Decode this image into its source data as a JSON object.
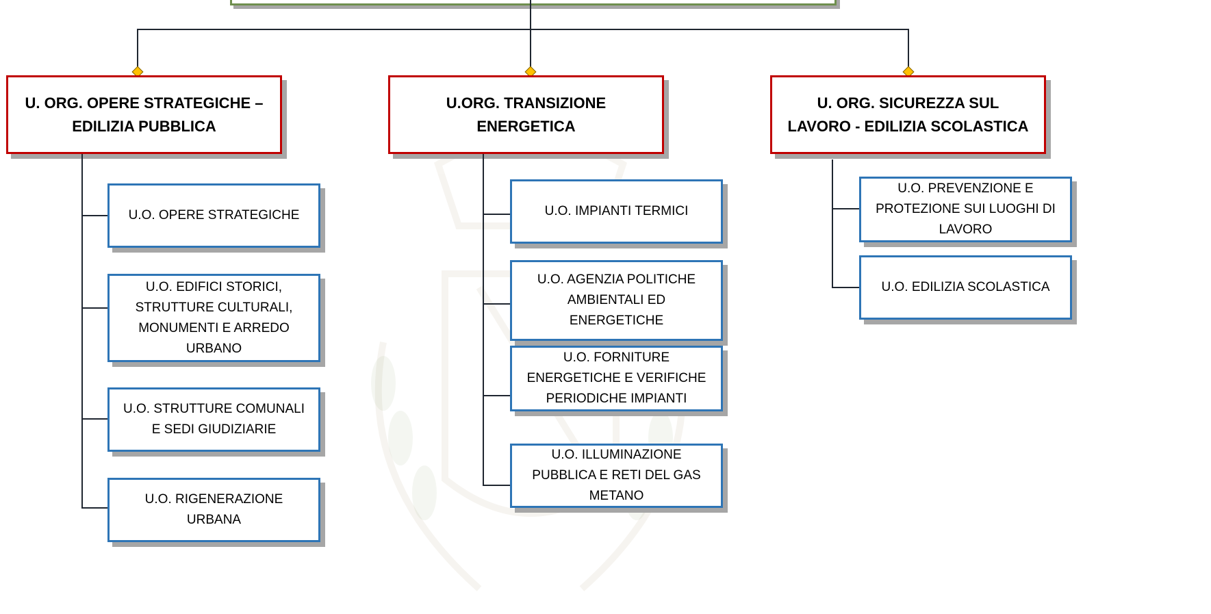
{
  "colors": {
    "org_border": "#c00000",
    "uo_border": "#2e75b6",
    "connector": "#1f2630",
    "diamond": "#ffc000",
    "top_border": "#6f8f4e"
  },
  "org_units": [
    {
      "title": "U. ORG. OPERE STRATEGICHE – EDILIZIA PUBBLICA",
      "units": [
        "U.O. OPERE STRATEGICHE",
        "U.O. EDIFICI STORICI, STRUTTURE CULTURALI, MONUMENTI E ARREDO URBANO",
        "U.O. STRUTTURE COMUNALI E SEDI GIUDIZIARIE",
        "U.O. RIGENERAZIONE URBANA"
      ]
    },
    {
      "title": "U.ORG. TRANSIZIONE ENERGETICA",
      "units": [
        "U.O. IMPIANTI TERMICI",
        "U.O. AGENZIA POLITICHE AMBIENTALI ED ENERGETICHE",
        "U.O. FORNITURE ENERGETICHE E VERIFICHE PERIODICHE IMPIANTI",
        "U.O. ILLUMINAZIONE PUBBLICA E RETI DEL GAS METANO"
      ]
    },
    {
      "title": "U. ORG. SICUREZZA SUL LAVORO - EDILIZIA SCOLASTICA",
      "units": [
        "U.O. PREVENZIONE E PROTEZIONE SUI LUOGHI DI LAVORO",
        "U.O. EDILIZIA SCOLASTICA"
      ]
    }
  ]
}
